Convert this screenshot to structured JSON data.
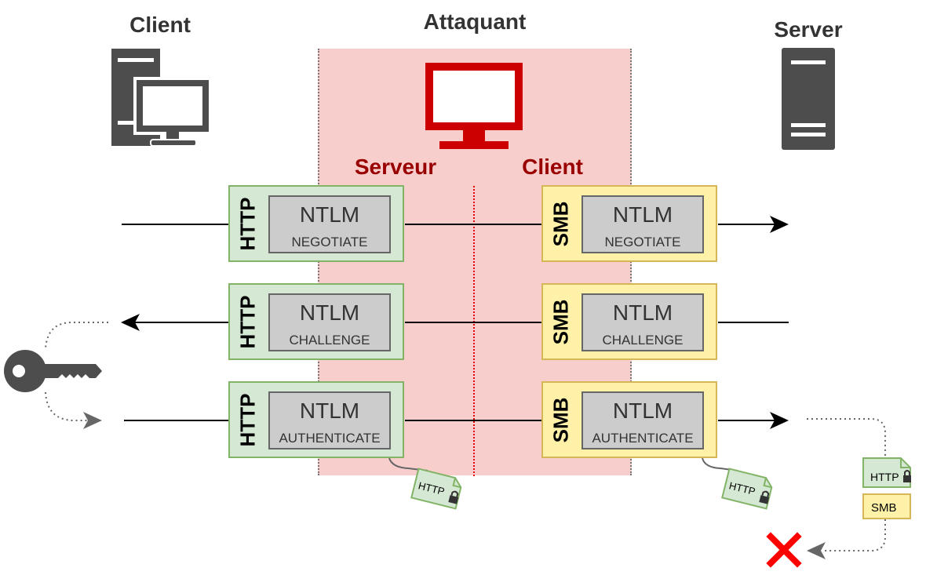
{
  "diagram": {
    "roles": {
      "client": "Client",
      "attacker": "Attaquant",
      "server": "Server",
      "attacker_server_side": "Serveur",
      "attacker_client_side": "Client"
    },
    "http_packets": [
      {
        "protocol": "HTTP",
        "title": "NTLM",
        "message": "NEGOTIATE"
      },
      {
        "protocol": "HTTP",
        "title": "NTLM",
        "message": "CHALLENGE"
      },
      {
        "protocol": "HTTP",
        "title": "NTLM",
        "message": "AUTHENTICATE"
      }
    ],
    "smb_packets": [
      {
        "protocol": "SMB",
        "title": "NTLM",
        "message": "NEGOTIATE"
      },
      {
        "protocol": "SMB",
        "title": "NTLM",
        "message": "CHALLENGE"
      },
      {
        "protocol": "SMB",
        "title": "NTLM",
        "message": "AUTHENTICATE"
      }
    ],
    "signed_doc_label": "HTTP",
    "stack_labels": {
      "top": "HTTP",
      "bottom": "SMB"
    },
    "colors": {
      "attacker_zone": "#f8cecc",
      "attacker_accent": "#cc0000",
      "http_fill": "#d5e8d4",
      "http_border": "#82b366",
      "smb_fill": "#fff2a8",
      "smb_border": "#d6b656",
      "device": "#4d4d4d",
      "reject": "#ff0000"
    },
    "icons": [
      "client-computer-icon",
      "attacker-monitor-icon",
      "server-tower-icon",
      "key-icon",
      "lock-icon",
      "reject-x-icon"
    ]
  }
}
